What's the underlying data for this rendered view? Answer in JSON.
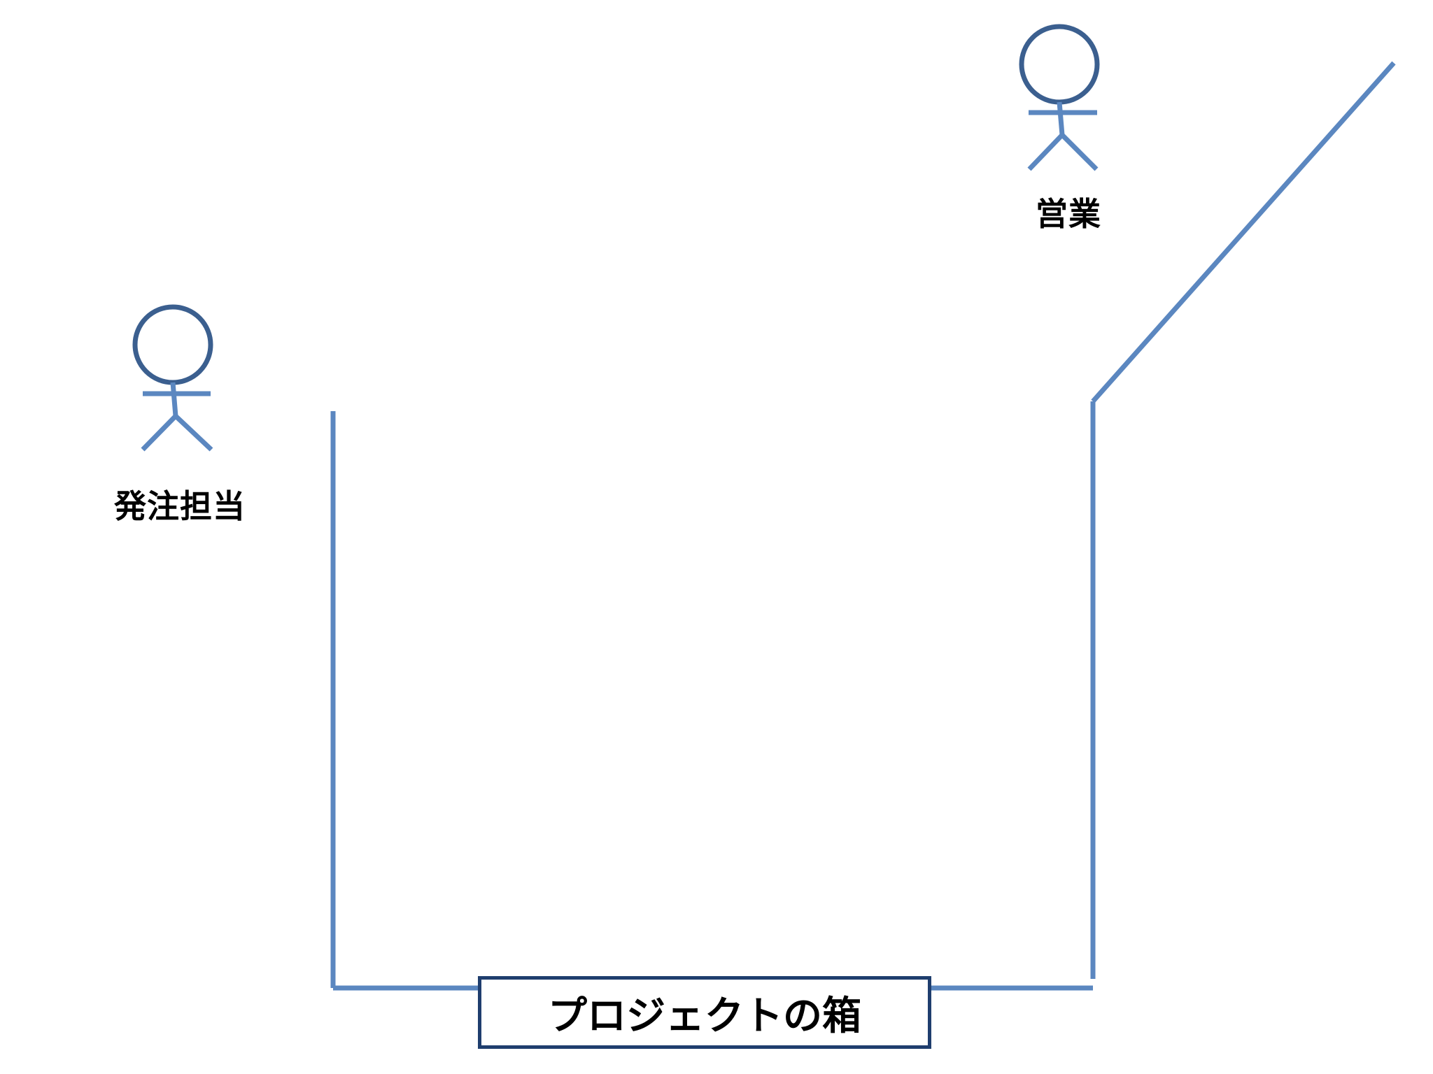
{
  "labels": {
    "ordering_person": "発注担当",
    "sales": "営業",
    "project_box": "プロジェクトの箱"
  },
  "colors": {
    "line": "#5b87c0",
    "head_outline": "#3b5f8f",
    "box_border": "#1f3e6e",
    "text": "#000000",
    "background": "#ffffff"
  },
  "icons": {
    "ordering_person": "stick-figure-icon",
    "sales": "stick-figure-icon"
  }
}
